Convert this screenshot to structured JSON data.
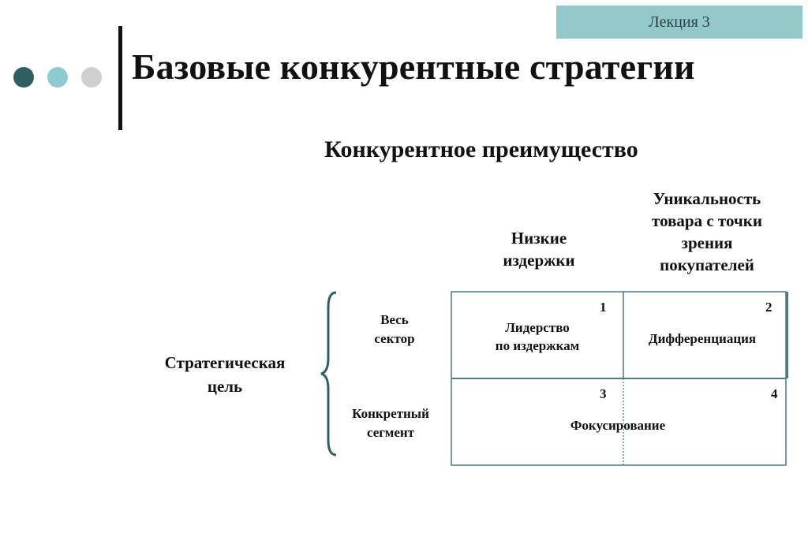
{
  "header": {
    "lecture_label": "Лекция 3"
  },
  "slide": {
    "title": "Базовые конкурентные стратегии",
    "subtitle": "Конкурентное преимущество"
  },
  "matrix": {
    "col_headers": [
      "Низкие\nиздержки",
      "Уникальность\nтовара с точки\nзрения\nпокупателей"
    ],
    "row_axis_label": "Стратегическая\nцель",
    "row_headers": [
      "Весь\nсектор",
      "Конкретный\nсегмент"
    ],
    "cells": [
      {
        "number": "1",
        "text": "Лидерство\nпо издержкам"
      },
      {
        "number": "2",
        "text": "Дифференциация"
      },
      {
        "number": "3",
        "text": ""
      },
      {
        "number": "4",
        "text": ""
      }
    ],
    "merged_bottom_text": "Фокусирование"
  },
  "colors": {
    "lecture_tab": "#93c9c8",
    "dot_dark": "#2f5f61",
    "dot_light": "#8ecbd0",
    "dot_grey": "#cfcfcf",
    "grid_line": "#4a7a86"
  }
}
